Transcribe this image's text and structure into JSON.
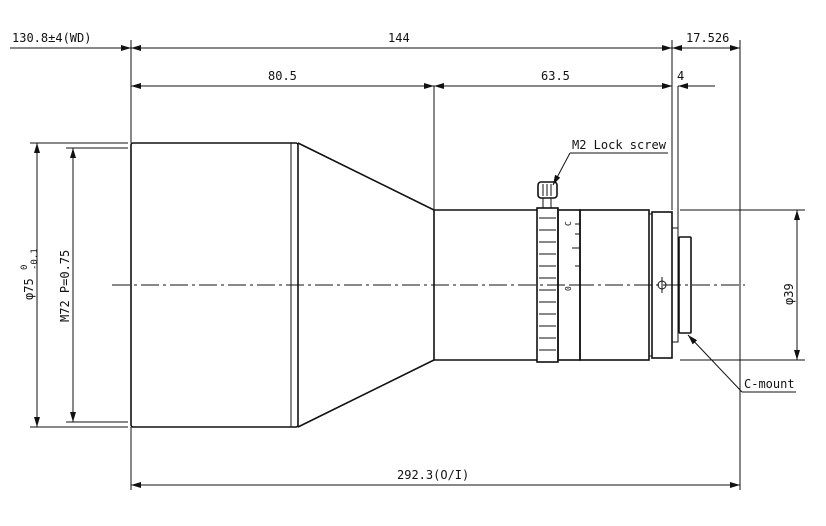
{
  "dimensions": {
    "working_distance": "130.8±4(WD)",
    "total_body": "144",
    "front_section": "80.5",
    "rear_section": "63.5",
    "flange_back": "17.526",
    "mount_offset": "4",
    "object_to_image": "292.3(O/I)",
    "front_diameter": "φ75",
    "front_diameter_tol_upper": "0",
    "front_diameter_tol_lower": "-0.1",
    "filter_thread": "M72 P=0.75",
    "rear_diameter": "φ39"
  },
  "callouts": {
    "lock_screw": "M2 Lock screw",
    "mount": "C-mount"
  },
  "scale_marks": [
    "C",
    "0"
  ]
}
